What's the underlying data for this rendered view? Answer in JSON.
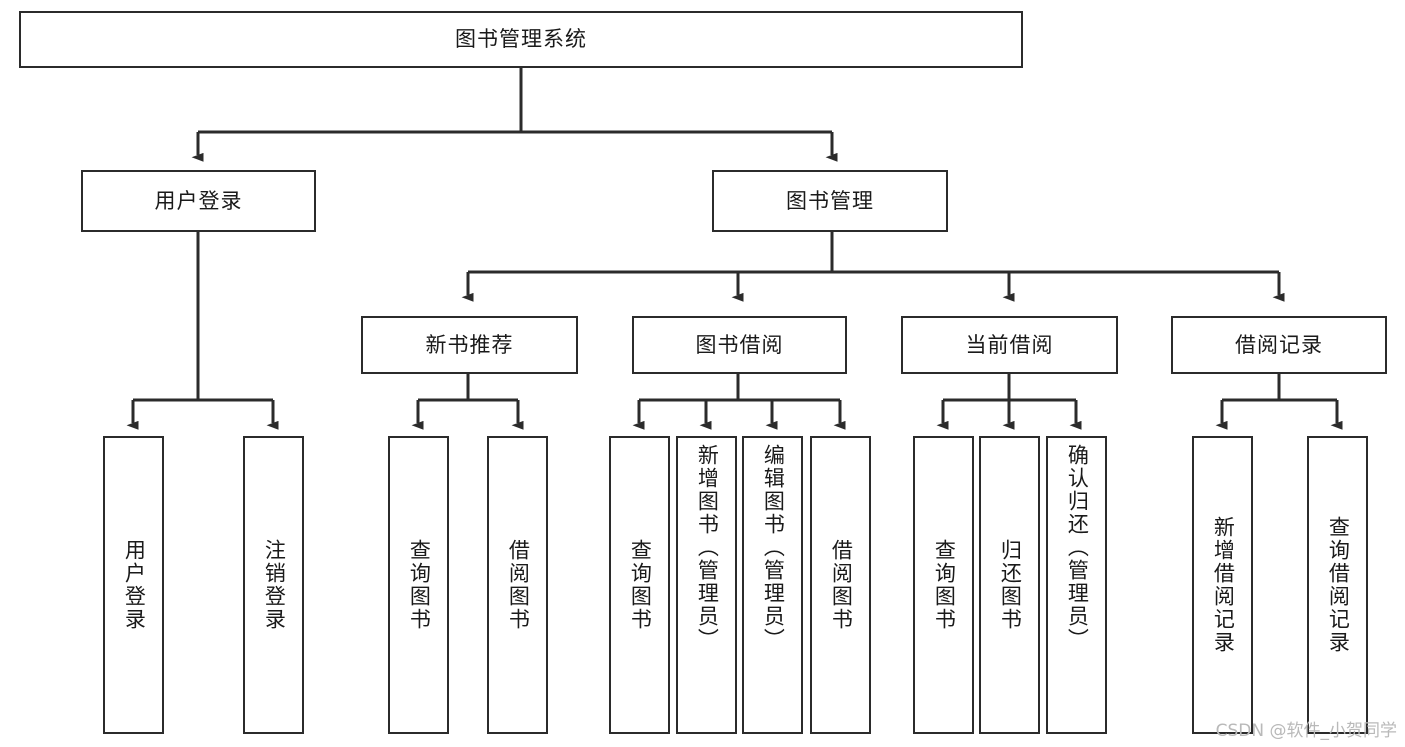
{
  "diagram": {
    "title_node": {
      "id": "root",
      "label": "图书管理系统"
    },
    "level2": [
      {
        "id": "user-login",
        "label": "用户登录"
      },
      {
        "id": "book-manage",
        "label": "图书管理"
      }
    ],
    "level3": [
      {
        "id": "new-book-recommend",
        "label": "新书推荐"
      },
      {
        "id": "book-borrow",
        "label": "图书借阅"
      },
      {
        "id": "current-borrow",
        "label": "当前借阅"
      },
      {
        "id": "borrow-record",
        "label": "借阅记录"
      }
    ],
    "leaves": [
      {
        "id": "leaf-user-login",
        "label": "用户登录",
        "parent": "user-login"
      },
      {
        "id": "leaf-logout-login",
        "label": "注销登录",
        "parent": "user-login"
      },
      {
        "id": "leaf-query-book-1",
        "label": "查询图书",
        "parent": "new-book-recommend"
      },
      {
        "id": "leaf-borrow-book-1",
        "label": "借阅图书",
        "parent": "new-book-recommend"
      },
      {
        "id": "leaf-query-book-2",
        "label": "查询图书",
        "parent": "book-borrow"
      },
      {
        "id": "leaf-add-book",
        "label": "新增图书（管理员）",
        "parent": "book-borrow"
      },
      {
        "id": "leaf-edit-book",
        "label": "编辑图书（管理员）",
        "parent": "book-borrow"
      },
      {
        "id": "leaf-borrow-book-2",
        "label": "借阅图书",
        "parent": "book-borrow"
      },
      {
        "id": "leaf-query-book-3",
        "label": "查询图书",
        "parent": "current-borrow"
      },
      {
        "id": "leaf-return-book",
        "label": "归还图书",
        "parent": "current-borrow"
      },
      {
        "id": "leaf-confirm-return",
        "label": "确认归还（管理员）",
        "parent": "current-borrow"
      },
      {
        "id": "leaf-add-record",
        "label": "新增借阅记录",
        "parent": "borrow-record"
      },
      {
        "id": "leaf-query-record",
        "label": "查询借阅记录",
        "parent": "borrow-record"
      }
    ],
    "colors": {
      "stroke": "#2b2b2b",
      "fill": "#ffffff",
      "text": "#1a1a1a",
      "watermark": "#b9b9b9"
    }
  },
  "watermark": {
    "text": "CSDN @软件_小贺同学"
  }
}
